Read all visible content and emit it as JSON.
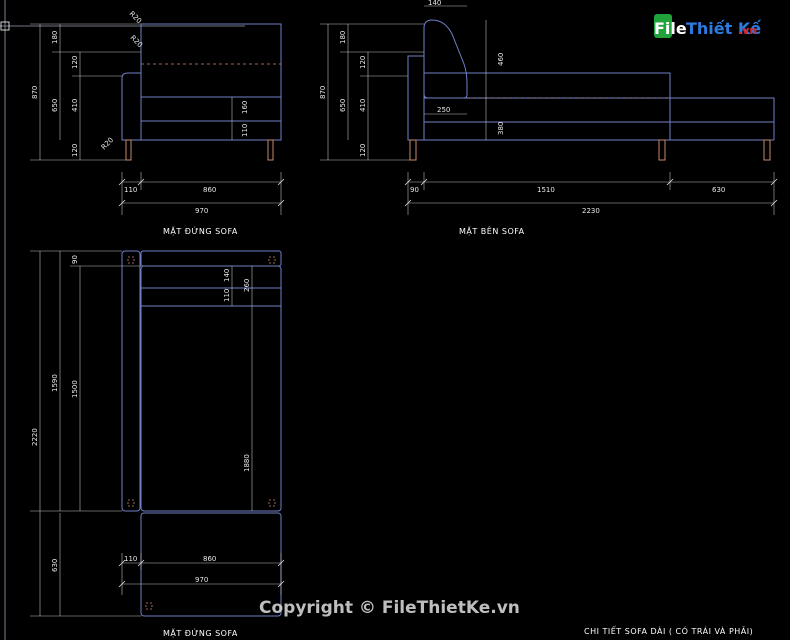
{
  "view_front": {
    "caption": "MẶT ĐỨNG SOFA",
    "dims": {
      "h_total": "870",
      "h_top": "180",
      "h_seat_block": "650",
      "h_back": "120",
      "h_mid": "410",
      "h_leg": "120",
      "cushion": "160",
      "base": "110",
      "radius1": "R20",
      "radius2": "R20",
      "radius3": "R20",
      "w_arm": "110",
      "w_seat": "860",
      "w_total": "970"
    }
  },
  "view_side": {
    "caption": "MẶT BÊN SOFA",
    "dims": {
      "h_total": "870",
      "h_top": "180",
      "h_seat_block": "650",
      "h_back": "120",
      "h_mid": "410",
      "h_leg": "120",
      "back_w": "140",
      "back_h": "460",
      "back_d": "250",
      "seat_h": "380",
      "w_back": "90",
      "w_seat": "1510",
      "w_ext": "630",
      "w_total": "2230"
    }
  },
  "view_plan": {
    "caption": "MẶT ĐỨNG SOFA",
    "dims": {
      "l_total": "2220",
      "l_main": "1590",
      "l_seat": "1500",
      "top": "90",
      "l_ext": "630",
      "back": "140",
      "arm_d": "110",
      "depth": "260",
      "inner": "1880",
      "w_arm": "110",
      "w_seat": "860",
      "w_total": "970"
    }
  },
  "title_block": "CHI TIẾT SOFA DÀI ( CÓ TRÁI VÀ PHẢI)",
  "watermark": "Copyright © FileThietKe.vn",
  "logo": {
    "part1": "File",
    "part2": "Thiết Kế",
    "part3": ".vn"
  },
  "colors": {
    "background": "#000000",
    "object": "#6f7fc8",
    "leg": "#c98a6a",
    "dimension": "#bdbdbd",
    "logo_green": "#1fa33a",
    "logo_blue": "#1b4fb0",
    "logo_red": "#d8232a"
  }
}
